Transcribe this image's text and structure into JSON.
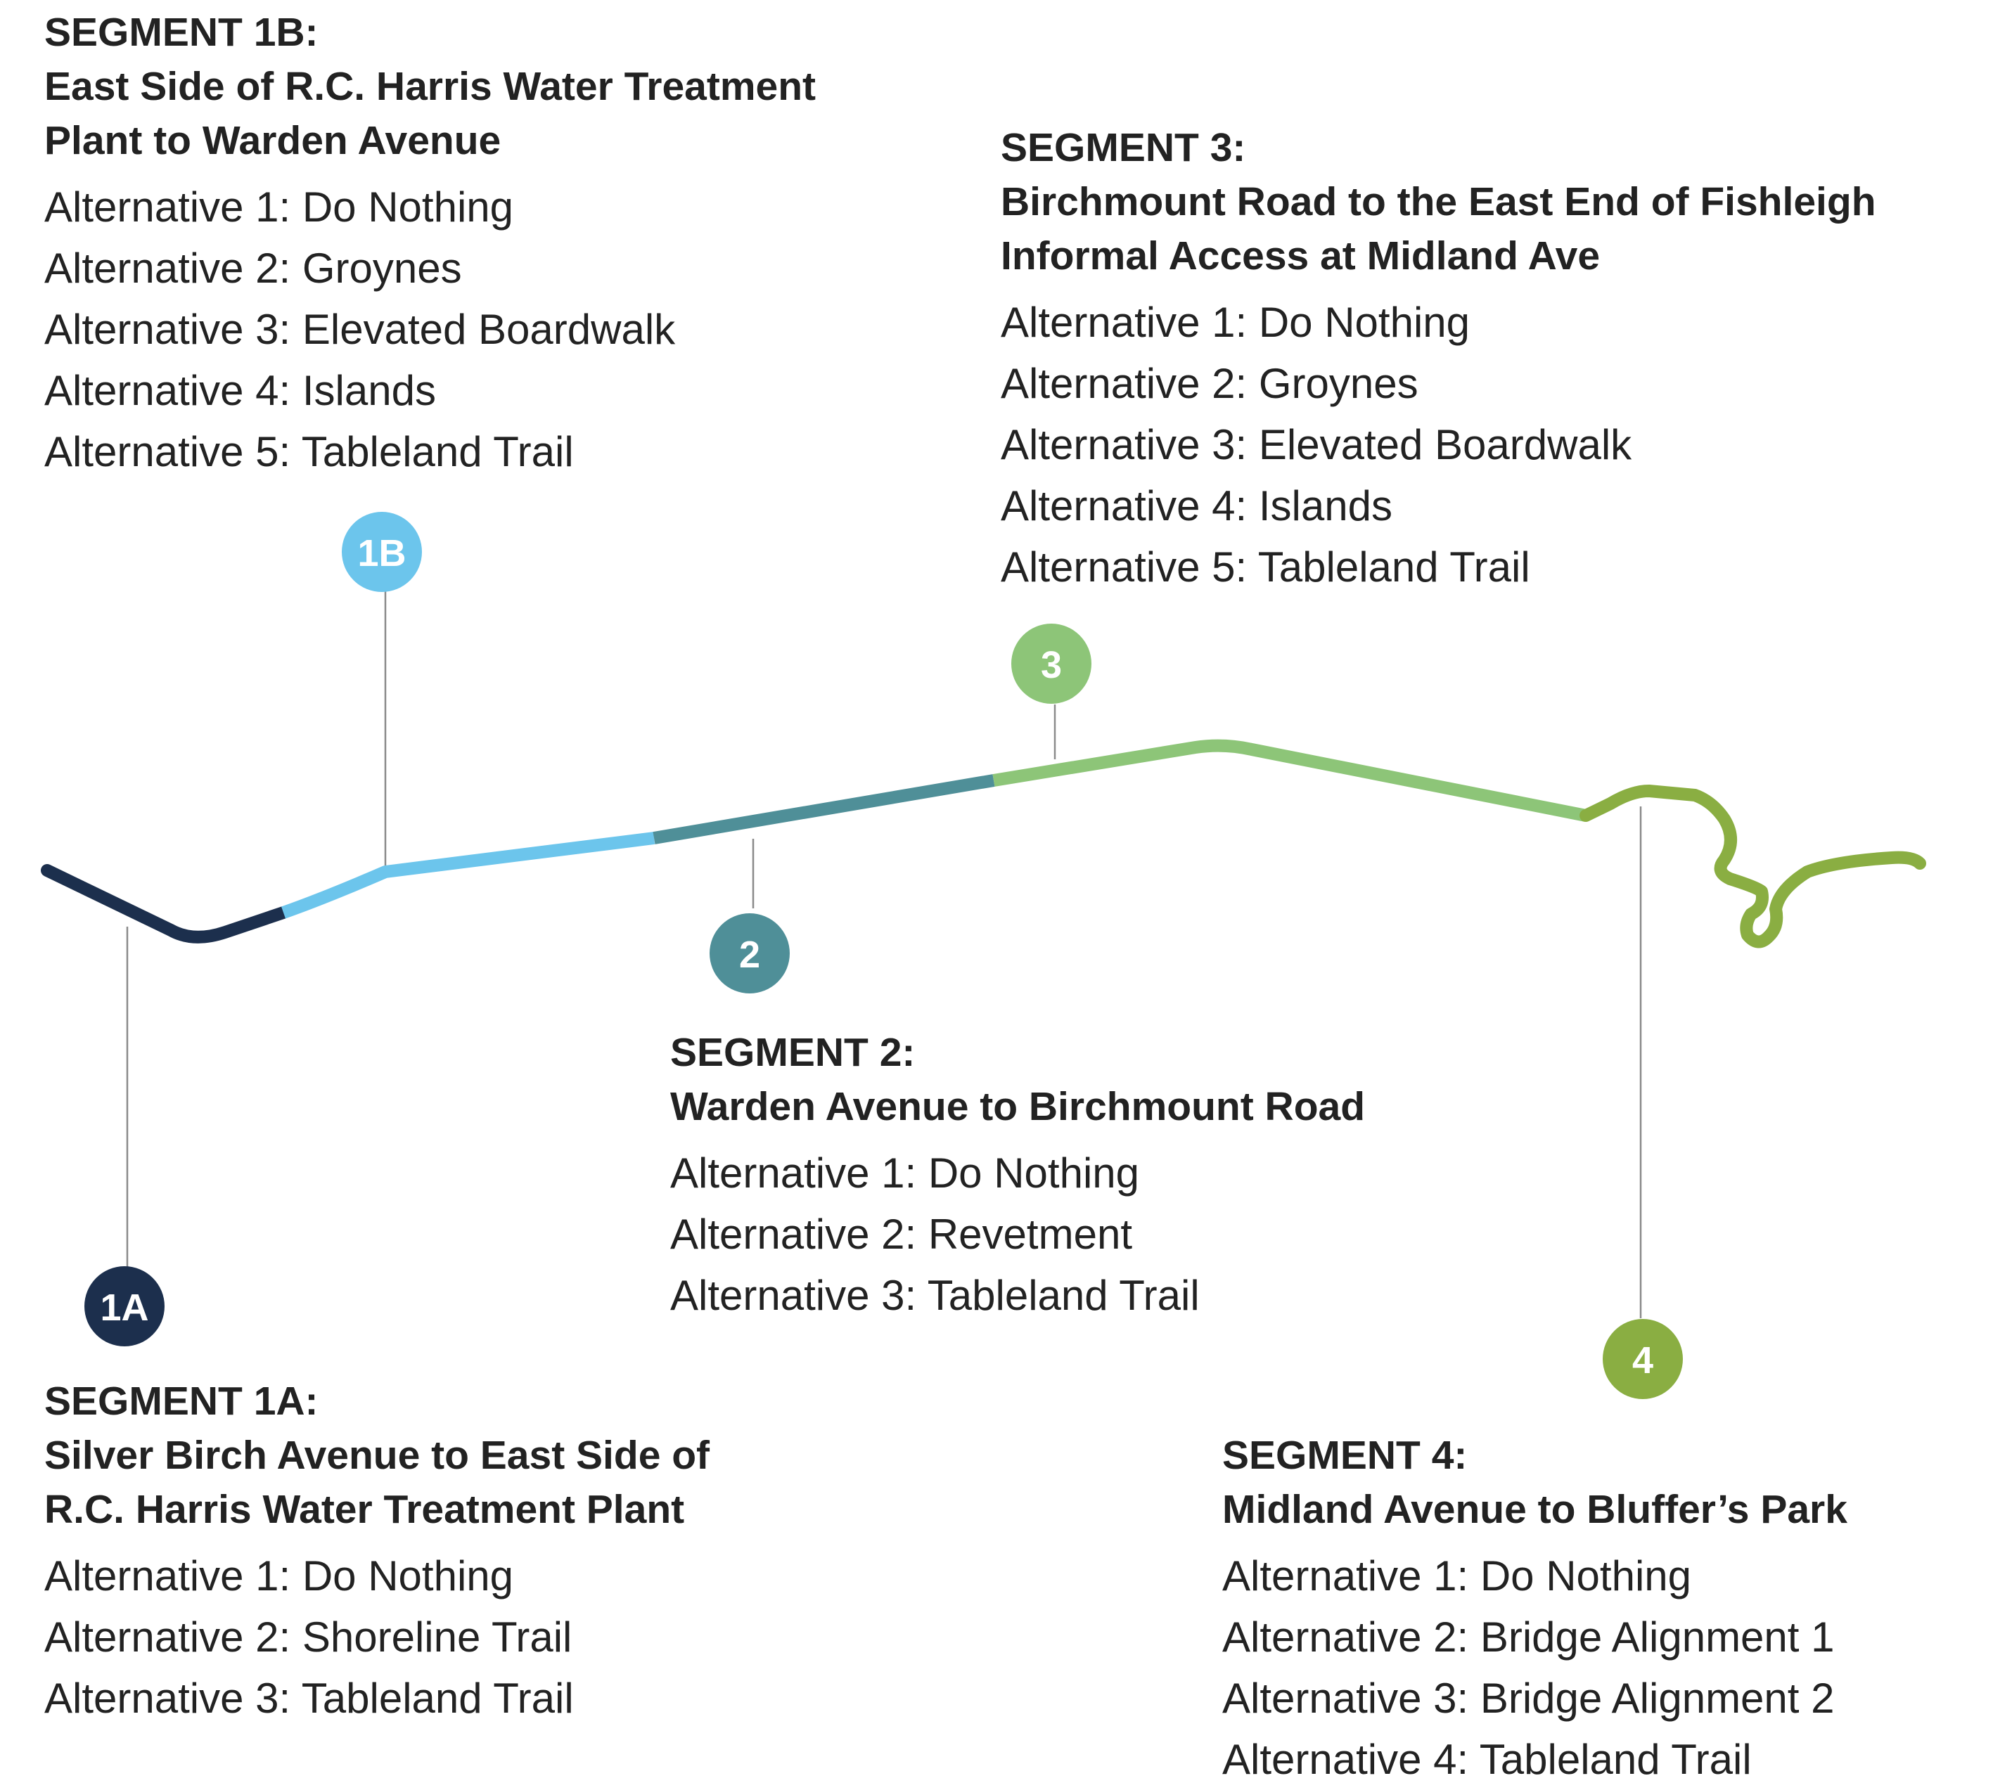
{
  "colors": {
    "segment_1a": "#1c2f4d",
    "segment_1b": "#6cc5ec",
    "segment_2": "#4f8f98",
    "segment_3": "#8dc578",
    "segment_4": "#8aae42",
    "leader_line": "#8a8a8a",
    "text": "#222222"
  },
  "segments": {
    "s1a": {
      "marker": "1A",
      "label": "SEGMENT 1A:",
      "title_line1": "Silver Birch Avenue to East Side of",
      "title_line2": "R.C. Harris Water Treatment Plant",
      "alternatives": [
        "Alternative 1: Do Nothing",
        "Alternative 2: Shoreline Trail",
        "Alternative 3: Tableland Trail"
      ]
    },
    "s1b": {
      "marker": "1B",
      "label": "SEGMENT 1B:",
      "title_line1": "East Side of R.C. Harris Water Treatment",
      "title_line2": "Plant to Warden Avenue",
      "alternatives": [
        "Alternative 1: Do Nothing",
        "Alternative 2: Groynes",
        "Alternative 3: Elevated Boardwalk",
        "Alternative 4: Islands",
        "Alternative 5: Tableland Trail"
      ]
    },
    "s2": {
      "marker": "2",
      "label": "SEGMENT 2:",
      "title_line1": "Warden Avenue to Birchmount Road",
      "alternatives": [
        "Alternative 1: Do Nothing",
        "Alternative 2: Revetment",
        "Alternative 3: Tableland Trail"
      ]
    },
    "s3": {
      "marker": "3",
      "label": "SEGMENT 3:",
      "title_line1": "Birchmount Road to the East End of Fishleigh",
      "title_line2": "Informal Access at Midland Ave",
      "alternatives": [
        "Alternative 1: Do Nothing",
        "Alternative 2: Groynes",
        "Alternative 3: Elevated Boardwalk",
        "Alternative 4: Islands",
        "Alternative 5: Tableland Trail"
      ]
    },
    "s4": {
      "marker": "4",
      "label": "SEGMENT 4:",
      "title_line1": "Midland Avenue to Bluffer’s Park",
      "alternatives": [
        "Alternative 1: Do Nothing",
        "Alternative 2: Bridge Alignment 1",
        "Alternative 3: Bridge Alignment 2",
        "Alternative 4: Tableland Trail"
      ]
    }
  }
}
